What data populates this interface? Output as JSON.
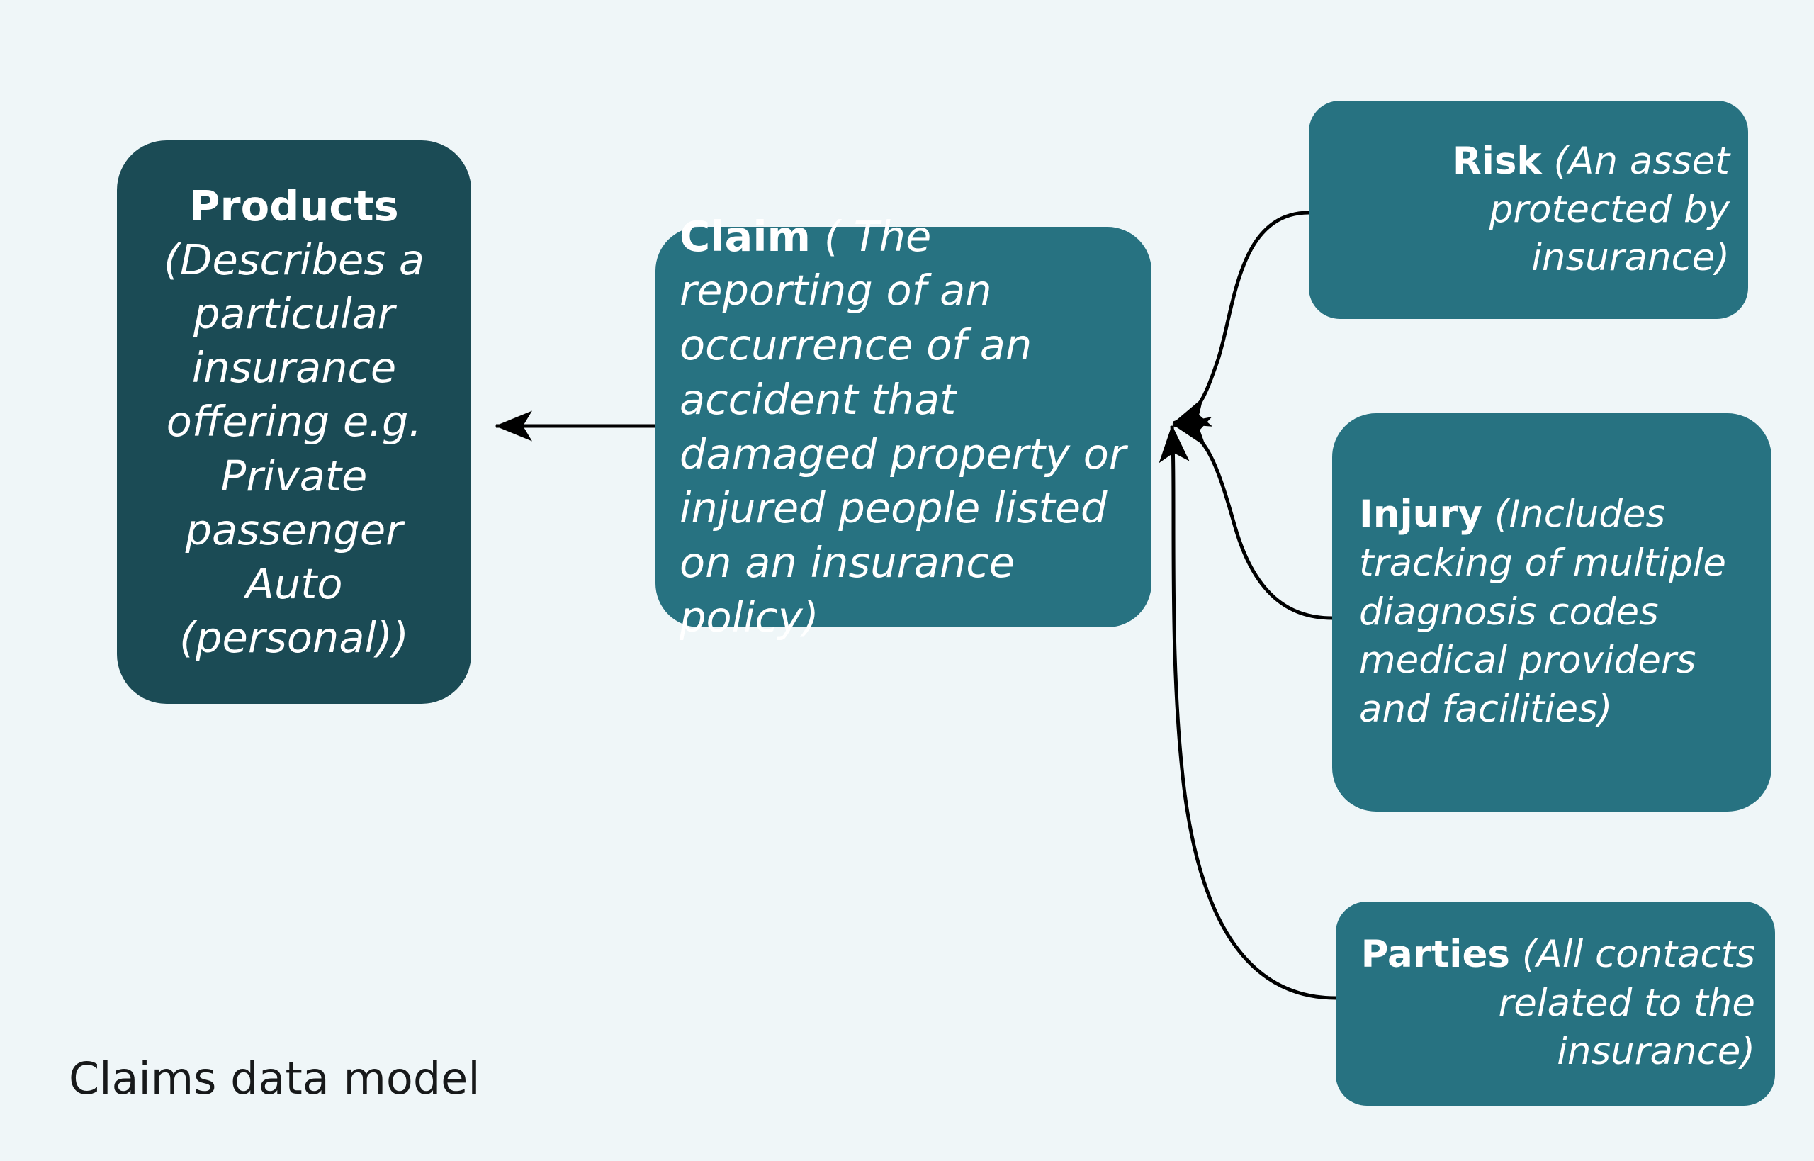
{
  "diagram": {
    "caption": "Claims data model",
    "background_color": "#eff6f8",
    "nodes": [
      {
        "id": "products",
        "title": "Products",
        "description": "(Describes a particular insurance offering e.g. Private passenger Auto (personal)",
        "description_closing": ")",
        "fill_color": "#1b4b55",
        "text_color": "#ffffff",
        "title_on_own_line": true
      },
      {
        "id": "claim",
        "title": "Claim",
        "description": "( The reporting of an occurrence of an accident that damaged property or injured people listed on an insurance policy)",
        "fill_color": "#277281",
        "text_color": "#ffffff",
        "title_on_own_line": false
      },
      {
        "id": "risk",
        "title": "Risk",
        "description": "(An asset protected by insurance)",
        "fill_color": "#277281",
        "text_color": "#ffffff",
        "title_on_own_line": false
      },
      {
        "id": "injury",
        "title": "Injury",
        "description": "(Includes tracking of multiple diagnosis codes medical providers and facilities)",
        "fill_color": "#277281",
        "text_color": "#ffffff",
        "title_on_own_line": false
      },
      {
        "id": "parties",
        "title": "Parties",
        "description": "(All contacts related to the insurance)",
        "fill_color": "#277281",
        "text_color": "#ffffff",
        "title_on_own_line": false
      }
    ],
    "connectors": [
      {
        "id": "claim-to-products",
        "from": "claim",
        "to": "products",
        "style": "straight-arrow",
        "color": "#000000"
      },
      {
        "id": "risk-to-claim",
        "from": "risk",
        "to": "claim",
        "style": "curved-arrow",
        "color": "#000000"
      },
      {
        "id": "injury-to-claim",
        "from": "injury",
        "to": "claim",
        "style": "curved-arrow",
        "color": "#000000"
      },
      {
        "id": "parties-to-claim",
        "from": "parties",
        "to": "claim",
        "style": "curved-arrow",
        "color": "#000000"
      }
    ]
  }
}
